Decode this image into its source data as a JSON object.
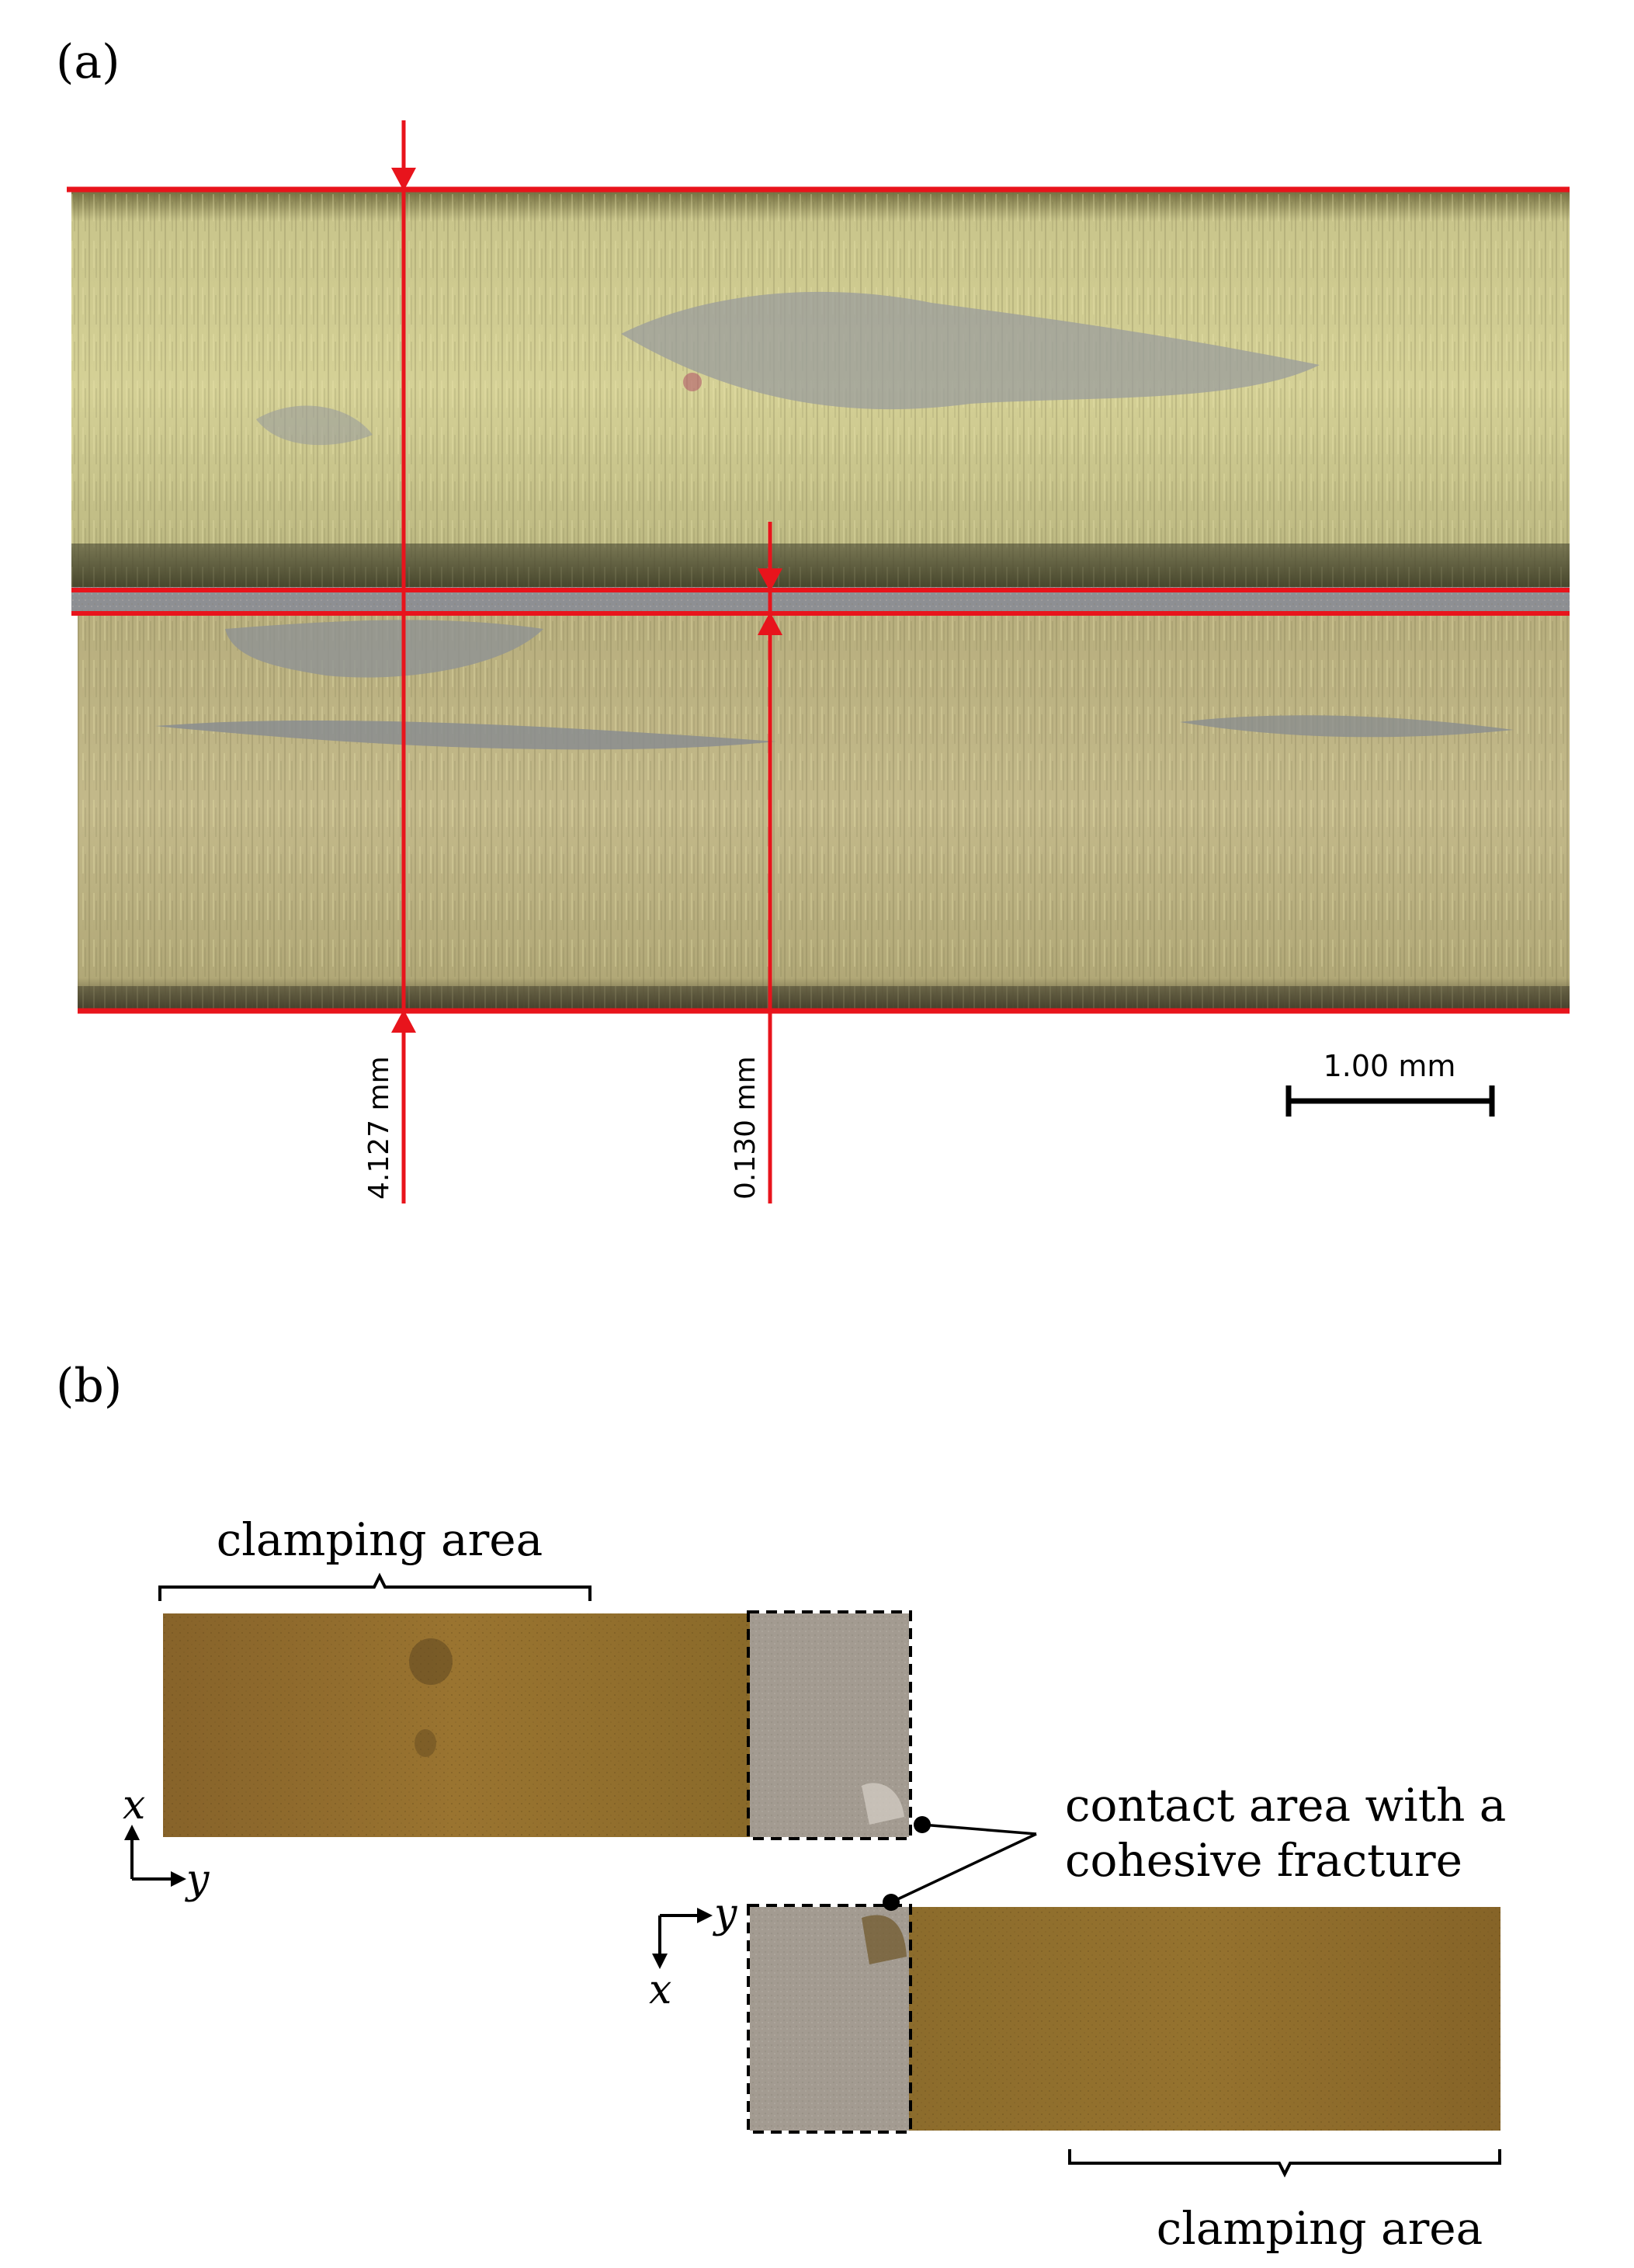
{
  "panel_a": {
    "label": "(a)",
    "dim_total": "4.127 mm",
    "dim_bondline": "0.130 mm",
    "scale_bar": "1.00 mm"
  },
  "panel_b": {
    "label": "(b)",
    "clamping_top": "clamping area",
    "clamping_bottom": "clamping area",
    "contact_line1": "contact area with a",
    "contact_line2": "cohesive fracture",
    "axis_x": "x",
    "axis_y": "y"
  },
  "colors": {
    "measure_red": "#e8141c",
    "adherend_yellow": "#c9c48a",
    "bondline_gray": "#8d8f93",
    "specimen_brown": "#8f6a26",
    "fracture_gray": "#a39b91"
  }
}
